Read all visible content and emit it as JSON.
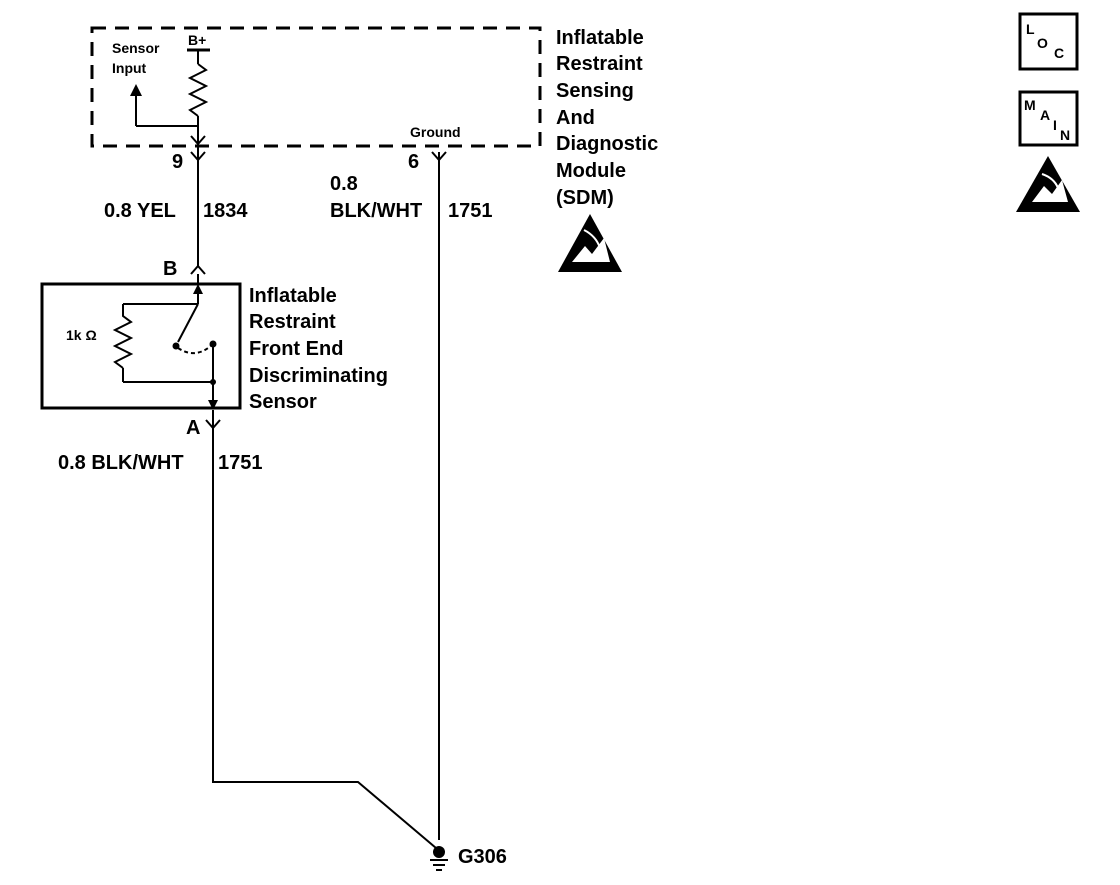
{
  "sdm": {
    "name_lines": [
      "Inflatable",
      "Restraint",
      "Sensing",
      "And",
      "Diagnostic",
      "Module",
      "(SDM)"
    ],
    "sensor_input_lines": [
      "Sensor",
      "Input"
    ],
    "bplus": "B+",
    "ground_label": "Ground",
    "pin_9": "9",
    "pin_6": "6"
  },
  "wires": {
    "yel_gauge_color": "0.8 YEL",
    "yel_circuit": "1834",
    "blkwht_gauge": "0.8",
    "blkwht_color_circuit_1": "BLK/WHT",
    "blkwht_circuit_1": "1751",
    "blkwht_label_2": "0.8 BLK/WHT",
    "blkwht_circuit_2": "1751"
  },
  "sensor": {
    "pin_b": "B",
    "pin_a": "A",
    "resistance": "1k Ω",
    "name_lines": [
      "Inflatable",
      "Restraint",
      "Front End",
      "Discriminating",
      "Sensor"
    ]
  },
  "ground": {
    "label": "G306"
  },
  "side_icons": {
    "loc": {
      "letters": [
        "L",
        "O",
        "C"
      ]
    },
    "main": {
      "letters": [
        "M",
        "A",
        "I",
        "N"
      ]
    }
  }
}
